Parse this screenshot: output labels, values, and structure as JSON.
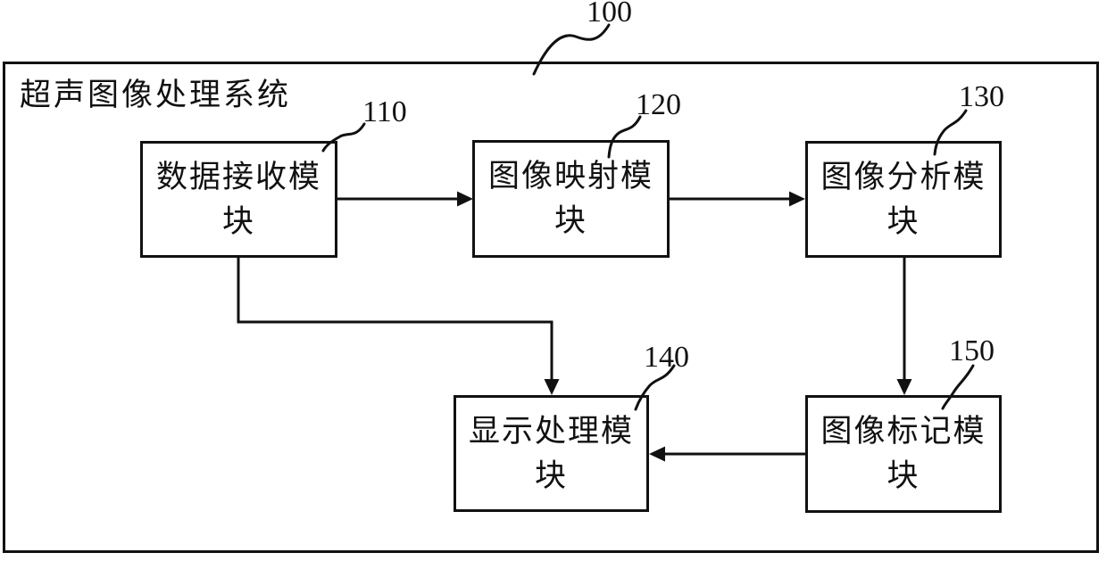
{
  "diagram": {
    "figure_number": "100",
    "title": "超声图像处理系统",
    "modules": [
      {
        "ref": "110",
        "name": "数据接收模块"
      },
      {
        "ref": "120",
        "name": "图像映射模块"
      },
      {
        "ref": "130",
        "name": "图像分析模块"
      },
      {
        "ref": "140",
        "name": "显示处理模块"
      },
      {
        "ref": "150",
        "name": "图像标记模块"
      }
    ],
    "connections": [
      {
        "from": "110",
        "to": "120",
        "type": "arrow-right"
      },
      {
        "from": "120",
        "to": "130",
        "type": "arrow-right"
      },
      {
        "from": "110",
        "to": "140",
        "type": "arrow-down-elbow"
      },
      {
        "from": "130",
        "to": "150",
        "type": "arrow-down"
      },
      {
        "from": "150",
        "to": "140",
        "type": "arrow-left"
      }
    ],
    "colors": {
      "line": "#111111",
      "background": "#ffffff"
    }
  }
}
